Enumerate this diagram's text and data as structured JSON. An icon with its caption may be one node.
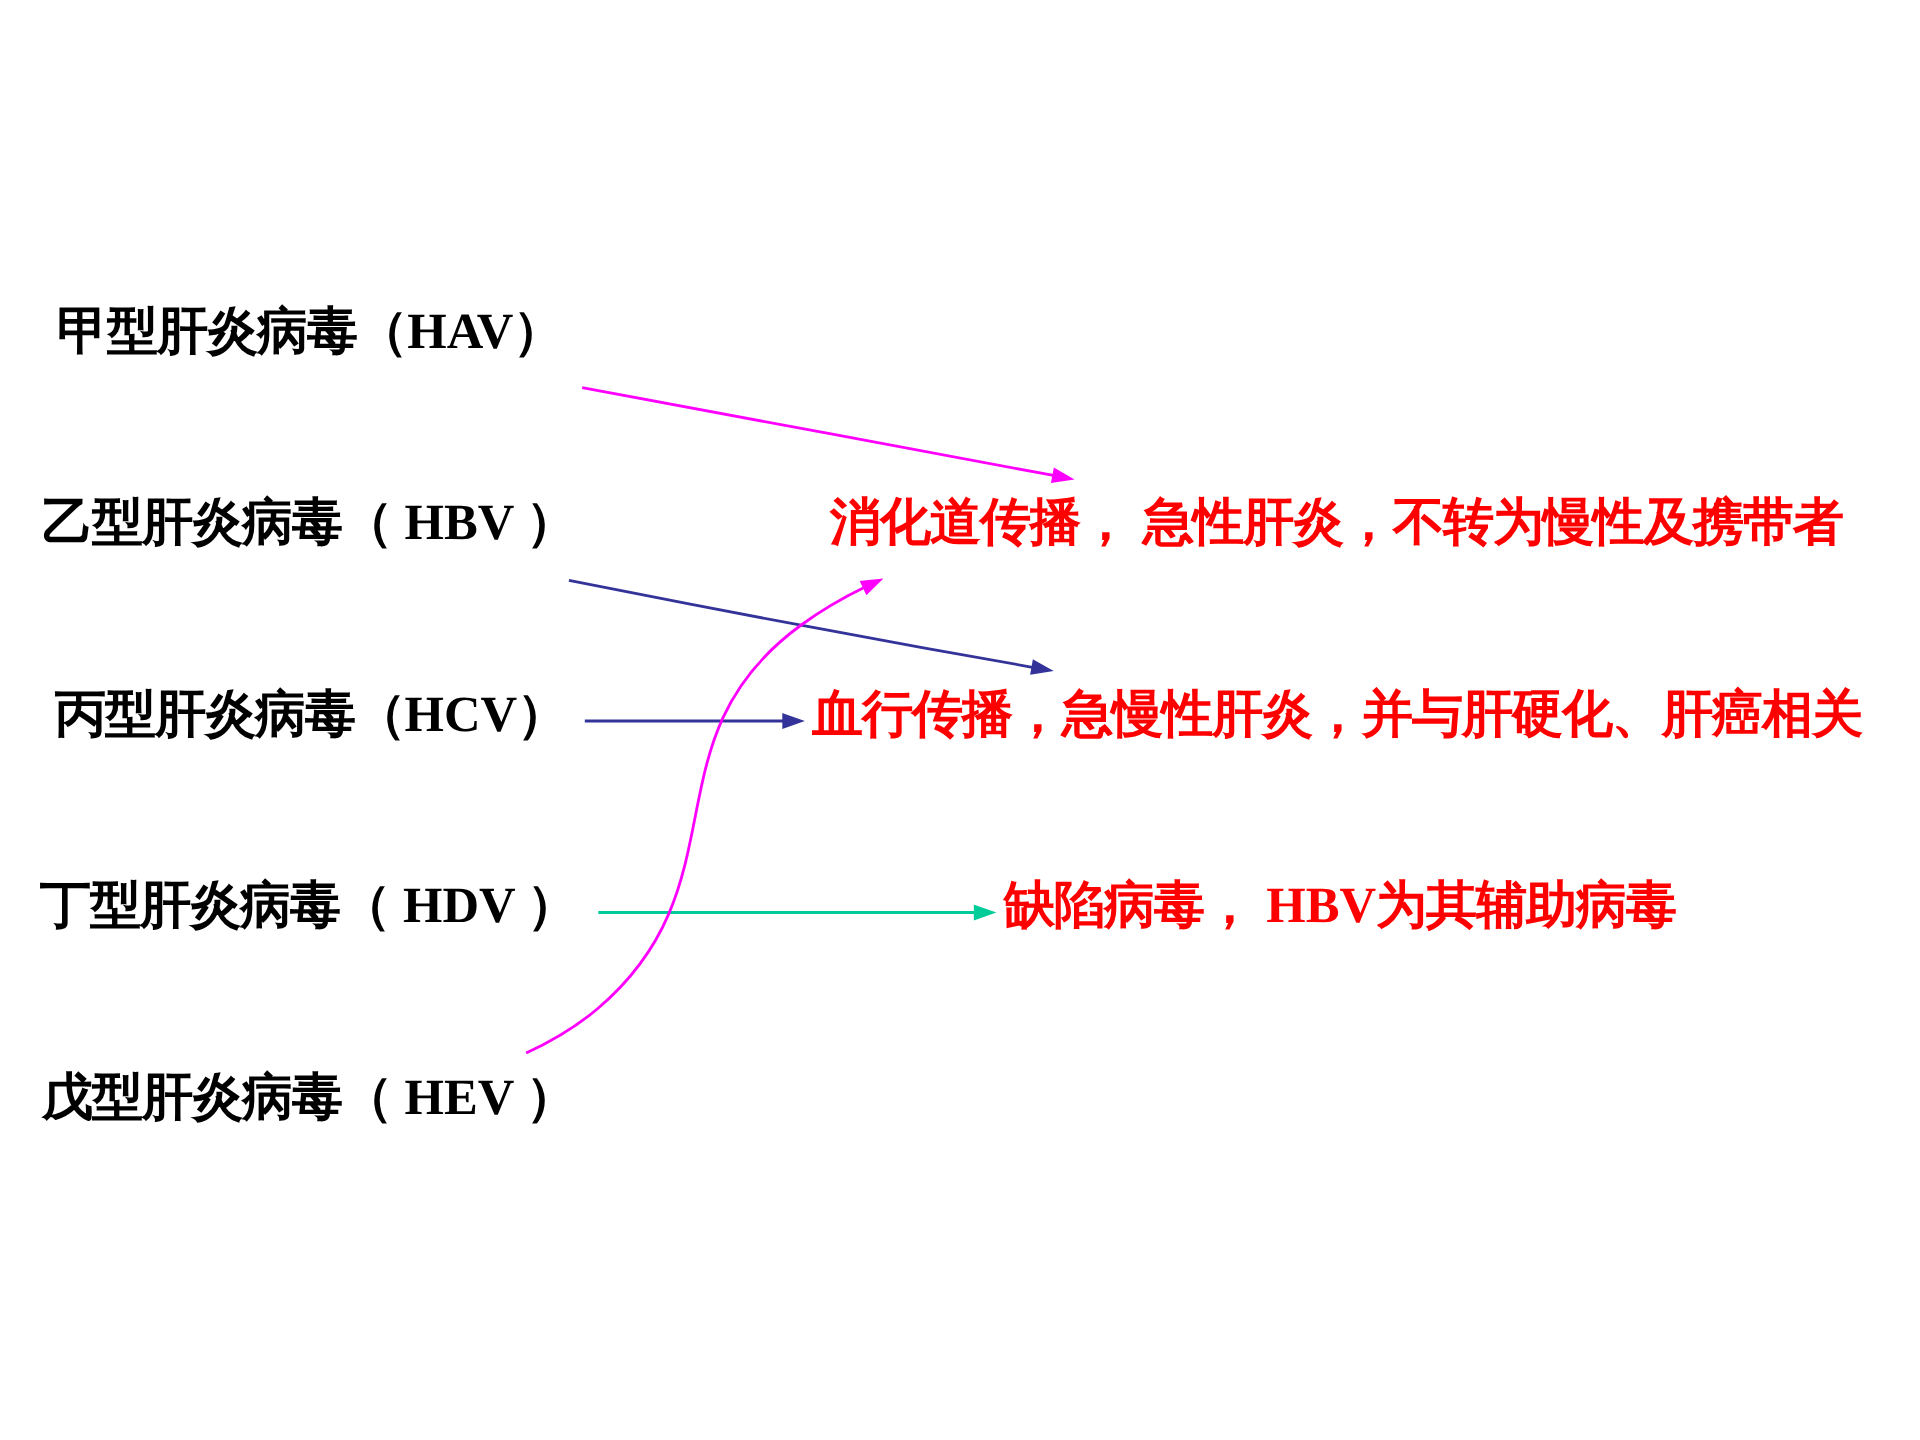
{
  "diagram": {
    "nodes": [
      {
        "text": [
          "甲型肝炎病毒（HAV）"
        ]
      },
      {
        "text": [
          "乙型肝炎病毒（ HBV ）"
        ]
      },
      {
        "text": [
          "丙型肝炎病毒（HCV）"
        ]
      },
      {
        "text": [
          "丁型肝炎病毒（ HDV ）"
        ]
      },
      {
        "text": [
          "戊型肝炎病毒（ HEV ）"
        ]
      },
      {
        "text": [
          "消化道传播， 急性肝炎，不转为慢性及携带者"
        ]
      },
      {
        "text": [
          "血行传播，急慢性肝炎，并与肝硬化、肝癌相关"
        ]
      },
      {
        "text": [
          "缺陷病毒， HBV为其辅助病毒"
        ]
      }
    ],
    "edges": [
      {
        "from": 0,
        "to": 5,
        "arrow": "to",
        "color": "#ff00ff"
      },
      {
        "from": 1,
        "to": 6,
        "arrow": "to",
        "color": "#333399"
      },
      {
        "from": 2,
        "to": 6,
        "arrow": "to",
        "color": "#333399"
      },
      {
        "from": 3,
        "to": 7,
        "arrow": "to",
        "color": "#00cc99"
      },
      {
        "from": 4,
        "to": 5,
        "arrow": "to",
        "color": "#ff00ff"
      }
    ]
  }
}
